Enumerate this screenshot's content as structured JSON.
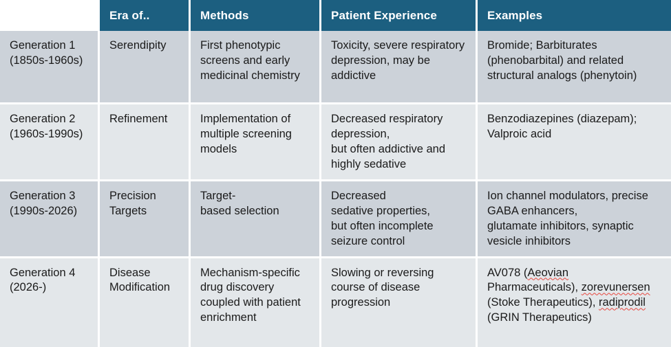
{
  "table": {
    "columns": [
      {
        "key": "generation",
        "label": ""
      },
      {
        "key": "era_of",
        "label": "Era of.."
      },
      {
        "key": "methods",
        "label": "Methods"
      },
      {
        "key": "patient_experience",
        "label": "Patient Experience"
      },
      {
        "key": "examples",
        "label": "Examples"
      }
    ],
    "rows": [
      {
        "generation": "Generation 1\n(1850s-1960s)",
        "era_of": "Serendipity",
        "methods": "First phenotypic screens and early medicinal chemistry",
        "patient_experience": "Toxicity, severe respiratory depression, may be addictive",
        "examples": "Bromide; Barbiturates (phenobarbital) and related structural analogs (phenytoin)"
      },
      {
        "generation": "Generation 2\n(1960s-1990s)",
        "era_of": "Refinement",
        "methods": "Implementation of multiple screening models",
        "patient_experience": "Decreased respiratory depression,\nbut often addictive and highly sedative",
        "examples": "Benzodiazepines (diazepam); Valproic acid"
      },
      {
        "generation": "Generation 3\n(1990s-2026)",
        "era_of": "Precision\nTargets",
        "methods": "Target-\nbased selection",
        "patient_experience": "Decreased\nsedative properties,\nbut often incomplete seizure control",
        "examples": "Ion channel modulators, precise GABA enhancers,\nglutamate inhibitors, synaptic vesicle inhibitors"
      },
      {
        "generation": "Generation 4\n(2026-)",
        "era_of": "Disease\nModification",
        "methods": "Mechanism-specific drug discovery coupled with patient enrichment",
        "patient_experience": "Slowing or reversing course of disease progression",
        "examples_parts": [
          {
            "text": "AV078 (",
            "misspelled": false
          },
          {
            "text": "Aeovian",
            "misspelled": true
          },
          {
            "text": " Pharmaceuticals), ",
            "misspelled": false
          },
          {
            "text": "zorevunersen",
            "misspelled": true
          },
          {
            "text": " (Stoke Therapeutics), ",
            "misspelled": false
          },
          {
            "text": "radiprodil",
            "misspelled": true
          },
          {
            "text": " (GRIN Therapeutics)",
            "misspelled": false
          }
        ],
        "examples": "AV078 (Aeovian Pharmaceuticals), zorevunersen (Stoke Therapeutics), radiprodil (GRIN Therapeutics)"
      }
    ]
  },
  "colors": {
    "header_background": "#1c5f80",
    "header_text": "#ffffff",
    "row_shade_dark": "#ccd2d9",
    "row_shade_light": "#e3e7ea",
    "cell_text": "#1a1a1a",
    "grid_line": "#ffffff",
    "spellcheck_underline": "#e8453c"
  }
}
